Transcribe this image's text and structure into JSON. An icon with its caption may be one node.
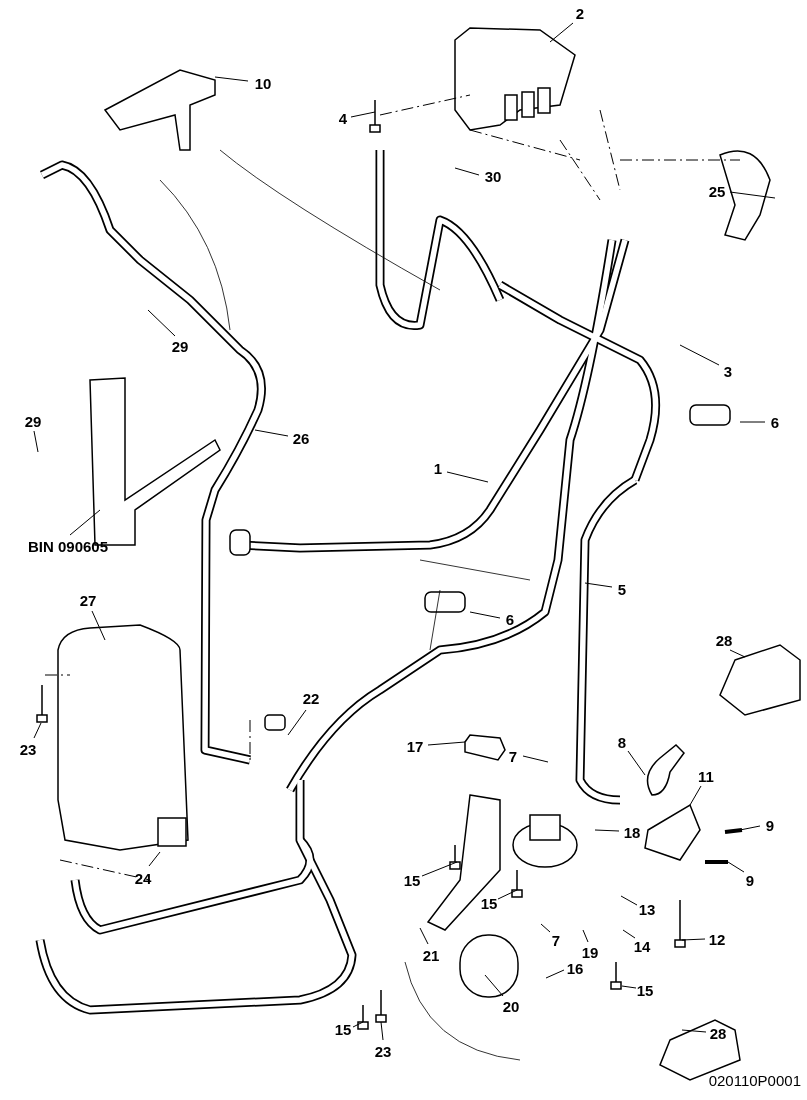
{
  "diagram": {
    "nodes": [
      {
        "text": [
          "2"
        ]
      },
      {
        "text": [
          "10"
        ]
      },
      {
        "text": [
          "4"
        ]
      },
      {
        "text": [
          "30"
        ]
      },
      {
        "text": [
          "25"
        ]
      },
      {
        "text": [
          "29"
        ]
      },
      {
        "text": [
          "3"
        ]
      },
      {
        "text": [
          "6"
        ]
      },
      {
        "text": [
          "29"
        ]
      },
      {
        "text": [
          "26"
        ]
      },
      {
        "text": [
          "1"
        ]
      },
      {
        "text": [
          "BIN 090605"
        ]
      },
      {
        "text": [
          "5"
        ]
      },
      {
        "text": [
          "27"
        ]
      },
      {
        "text": [
          "6"
        ]
      },
      {
        "text": [
          "28"
        ]
      },
      {
        "text": [
          "22"
        ]
      },
      {
        "text": [
          "23"
        ]
      },
      {
        "text": [
          "17"
        ]
      },
      {
        "text": [
          "7"
        ]
      },
      {
        "text": [
          "8"
        ]
      },
      {
        "text": [
          "11"
        ]
      },
      {
        "text": [
          "18"
        ]
      },
      {
        "text": [
          "9"
        ]
      },
      {
        "text": [
          "9"
        ]
      },
      {
        "text": [
          "24"
        ]
      },
      {
        "text": [
          "15"
        ]
      },
      {
        "text": [
          "15"
        ]
      },
      {
        "text": [
          "13"
        ]
      },
      {
        "text": [
          "12"
        ]
      },
      {
        "text": [
          "7"
        ]
      },
      {
        "text": [
          "14"
        ]
      },
      {
        "text": [
          "19"
        ]
      },
      {
        "text": [
          "21"
        ]
      },
      {
        "text": [
          "16"
        ]
      },
      {
        "text": [
          "15"
        ]
      },
      {
        "text": [
          "20"
        ]
      },
      {
        "text": [
          "15"
        ]
      },
      {
        "text": [
          "28"
        ]
      },
      {
        "text": [
          "23"
        ]
      }
    ],
    "edges": [
      {
        "from": 0,
        "to": null,
        "arrow": "none"
      },
      {
        "from": 1,
        "to": null,
        "arrow": "none"
      },
      {
        "from": 2,
        "to": null,
        "arrow": "none"
      },
      {
        "from": 3,
        "to": null,
        "arrow": "none"
      },
      {
        "from": 4,
        "to": null,
        "arrow": "none"
      },
      {
        "from": 5,
        "to": null,
        "arrow": "none"
      },
      {
        "from": 6,
        "to": null,
        "arrow": "none"
      },
      {
        "from": 7,
        "to": null,
        "arrow": "none"
      },
      {
        "from": 8,
        "to": null,
        "arrow": "none"
      },
      {
        "from": 9,
        "to": null,
        "arrow": "none"
      },
      {
        "from": 10,
        "to": null,
        "arrow": "none"
      },
      {
        "from": 11,
        "to": null,
        "arrow": "none"
      },
      {
        "from": 12,
        "to": null,
        "arrow": "none"
      },
      {
        "from": 13,
        "to": null,
        "arrow": "none"
      },
      {
        "from": 14,
        "to": null,
        "arrow": "none"
      },
      {
        "from": 15,
        "to": null,
        "arrow": "none"
      },
      {
        "from": 16,
        "to": null,
        "arrow": "none"
      },
      {
        "from": 17,
        "to": null,
        "arrow": "none"
      },
      {
        "from": 18,
        "to": null,
        "arrow": "none"
      },
      {
        "from": 19,
        "to": null,
        "arrow": "none"
      },
      {
        "from": 20,
        "to": null,
        "arrow": "none"
      },
      {
        "from": 21,
        "to": null,
        "arrow": "none"
      },
      {
        "from": 22,
        "to": null,
        "arrow": "none"
      },
      {
        "from": 23,
        "to": null,
        "arrow": "none"
      },
      {
        "from": 24,
        "to": null,
        "arrow": "none"
      },
      {
        "from": 25,
        "to": null,
        "arrow": "none"
      },
      {
        "from": 26,
        "to": null,
        "arrow": "none"
      },
      {
        "from": 27,
        "to": null,
        "arrow": "none"
      },
      {
        "from": 28,
        "to": null,
        "arrow": "none"
      },
      {
        "from": 29,
        "to": null,
        "arrow": "none"
      },
      {
        "from": 30,
        "to": null,
        "arrow": "none"
      },
      {
        "from": 31,
        "to": null,
        "arrow": "none"
      },
      {
        "from": 32,
        "to": null,
        "arrow": "none"
      },
      {
        "from": 33,
        "to": null,
        "arrow": "none"
      },
      {
        "from": 34,
        "to": null,
        "arrow": "none"
      },
      {
        "from": 35,
        "to": null,
        "arrow": "none"
      },
      {
        "from": 36,
        "to": null,
        "arrow": "none"
      },
      {
        "from": 37,
        "to": null,
        "arrow": "none"
      },
      {
        "from": 38,
        "to": null,
        "arrow": "none"
      },
      {
        "from": 39,
        "to": null,
        "arrow": "none"
      }
    ],
    "labels": [
      "020110P0001"
    ]
  }
}
